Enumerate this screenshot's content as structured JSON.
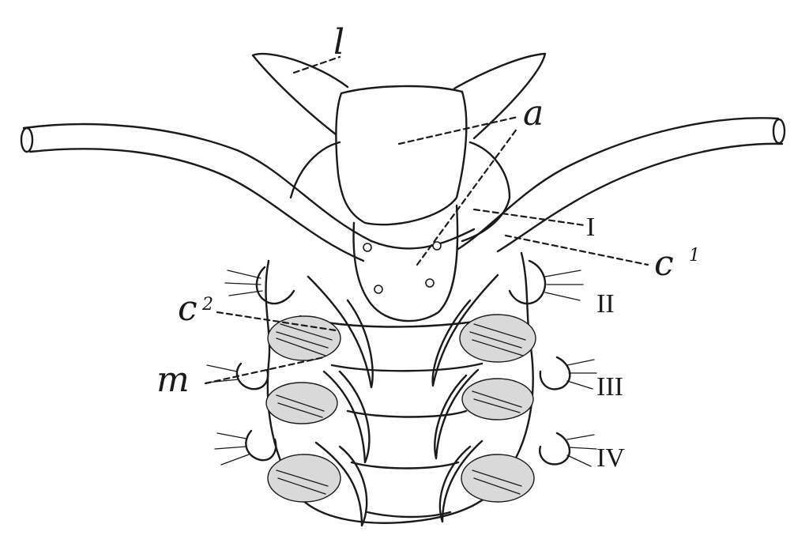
{
  "labels": {
    "l": "l",
    "a": "a",
    "I": "I",
    "c1_letter": "c",
    "c1_sup": "1",
    "II": "II",
    "c2_letter": "c",
    "c2_sup": "2",
    "m": "m",
    "III": "III",
    "IV": "IV"
  }
}
